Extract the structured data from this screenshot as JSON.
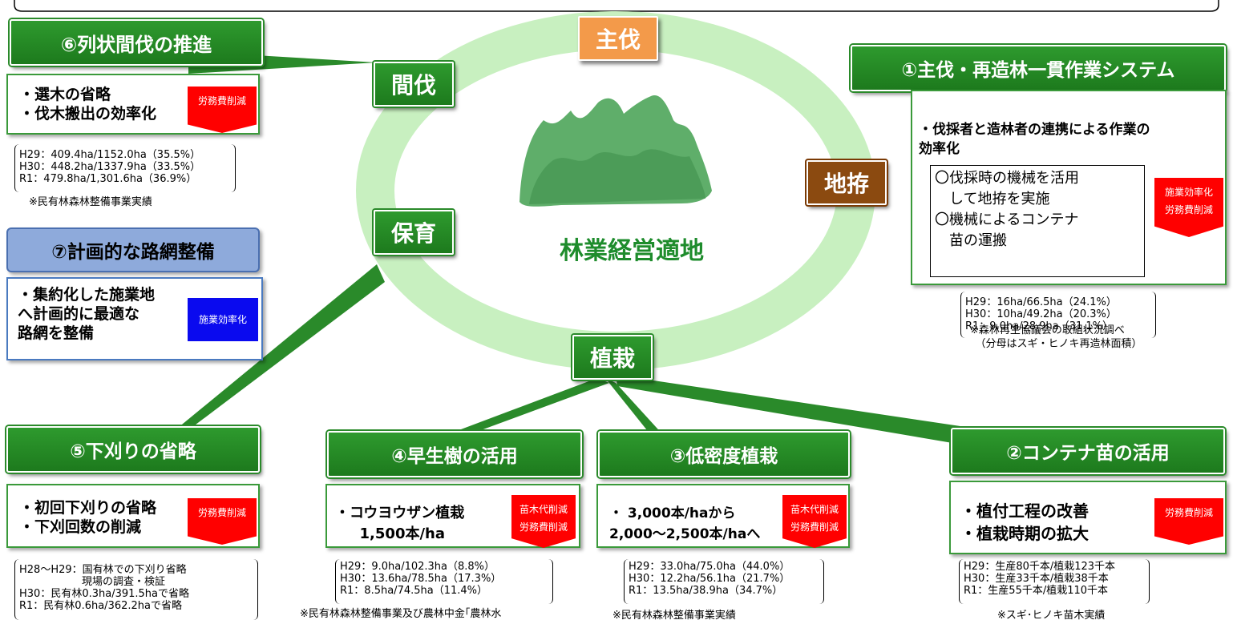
{
  "center_label": "林業経営適地",
  "nodes": {
    "shubatsu": "主伐",
    "kanbatsu": "間伐",
    "jigoshirae": "地拵",
    "hoiku": "保育",
    "shokusai": "植栽"
  },
  "items": {
    "s1": {
      "title": "①主伐・再造林一貫作業システム",
      "lead": "・伐採者と造林者の連携による作業の\n効率化",
      "inner": "〇伐採時の機械を活用\n　して地拵を実施\n〇機械によるコンテナ\n　苗の運搬",
      "badges": [
        "施業効率化",
        "労務費削減"
      ],
      "stats": "H29：16ha/66.5ha（24.1%）\nH30：10ha/49.2ha（20.3%）\nR1：9.0ha/28.9ha（31.1%）",
      "note": "※森林再生協議会の取組状況調べ\n　（分母はスギ・ヒノキ再造林面積）"
    },
    "s2": {
      "title": "②コンテナ苗の活用",
      "body": "・植付工程の改善\n・植栽時期の拡大",
      "badges": [
        "労務費削減"
      ],
      "stats": "H29：生産80千本/植栽123千本\nH30：生産33千本/植栽38千本\nR1：生産55千本/植栽110千本",
      "note": "※スギ･ヒノキ苗木実績"
    },
    "s3": {
      "title": "③低密度植栽",
      "body": "・ 3,000本/haから\n2,000～2,500本/haへ",
      "badges": [
        "苗木代削減",
        "労務費削減"
      ],
      "stats": "H29：33.0ha/75.0ha（44.0%）\nH30：12.2ha/56.1ha（21.7%）\nR1：13.5ha/38.9ha（34.7%）",
      "note": "※民有林森林整備事業実績"
    },
    "s4": {
      "title": "④早生樹の活用",
      "body": "・コウヨウザン植栽\n　  1,500本/ha",
      "badges": [
        "苗木代削減",
        "労務費削減"
      ],
      "stats": "H29：9.0ha/102.3ha（8.8%）\nH30：13.6ha/78.5ha（17.3%）\nR1：8.5ha/74.5ha（11.4%）",
      "note": "※民有林森林整備事業及び農林中金｢農林水"
    },
    "s5": {
      "title": "⑤下刈りの省略",
      "body": "・初回下刈りの省略\n・下刈回数の削減",
      "badges": [
        "労務費削減"
      ],
      "stats": "H28～H29：国有林での下刈り省略\n　　　　　　現場の調査・検証\nH30：民有林0.3ha/391.5haで省略\nR1：民有林0.6ha/362.2haで省略"
    },
    "s6": {
      "title": "⑥列状間伐の推進",
      "body": "・選木の省略\n・伐木搬出の効率化",
      "badges": [
        "労務費削減"
      ],
      "stats": "H29：409.4ha/1152.0ha（35.5%）\nH30：448.2ha/1337.9ha（33.5%）\nR1：479.8ha/1,301.6ha（36.9%）",
      "note": "※民有林森林整備事業実績"
    },
    "s7": {
      "title": "⑦計画的な路網整備",
      "body": "・集約化した施業地\nへ計画的に最適な\n路網を整備",
      "badges": [
        "施業効率化"
      ]
    }
  },
  "colors": {
    "green": "#2a8a2a",
    "ring": "#c8f0c0",
    "orange": "#f39a4a",
    "brown": "#8b4a10",
    "blue_box": "#8eaadb",
    "badge_red": "#ff0000",
    "badge_blue": "#0a0aef"
  }
}
